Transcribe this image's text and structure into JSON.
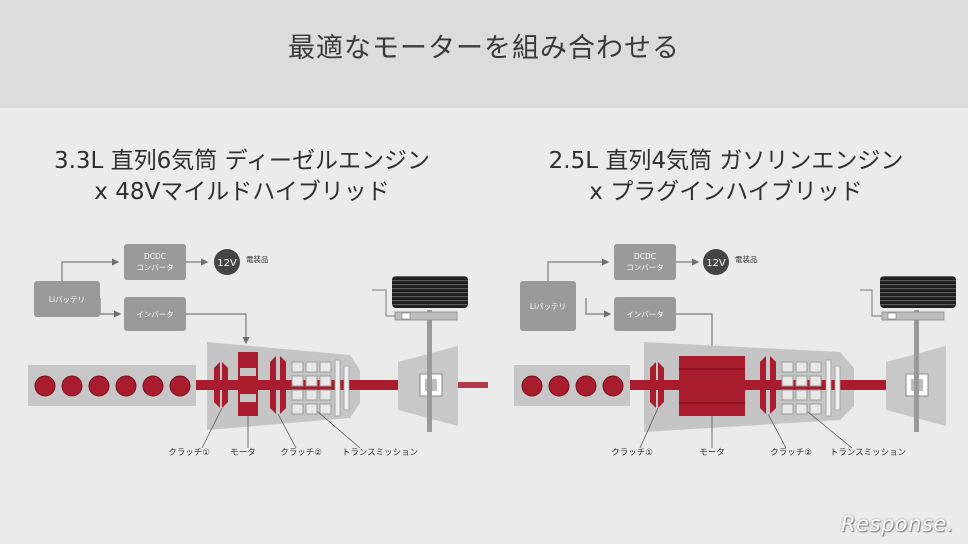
{
  "title": "最適なモーターを組み合わせる",
  "left": {
    "subtitle_line1": "3.3L 直列6気筒 ディーゼルエンジン",
    "subtitle_line2": "x 48Vマイルドハイブリッド",
    "dcdc_line1": "DCDC",
    "dcdc_line2": "コンバータ",
    "voltage": "12V",
    "accessory": "電装品",
    "battery": "Liバッテリ",
    "inverter": "インバータ",
    "clutch1": "クラッチ①",
    "motor": "モータ",
    "clutch2": "クラッチ②",
    "transmission": "トランスミッション"
  },
  "right": {
    "subtitle_line1": "2.5L 直列4気筒 ガソリンエンジン",
    "subtitle_line2": "x プラグインハイブリッド",
    "dcdc_line1": "DCDC",
    "dcdc_line2": "コンバータ",
    "voltage": "12V",
    "accessory": "電装品",
    "battery": "Liバッテリ",
    "inverter": "インバータ",
    "clutch1": "クラッチ①",
    "motor": "モータ",
    "clutch2": "クラッチ②",
    "transmission": "トランスミッション"
  },
  "logo": "Response.",
  "colors": {
    "engine_red": "#a81c2e",
    "box_gray": "#9a9a9a",
    "circle_dark": "#444444"
  }
}
